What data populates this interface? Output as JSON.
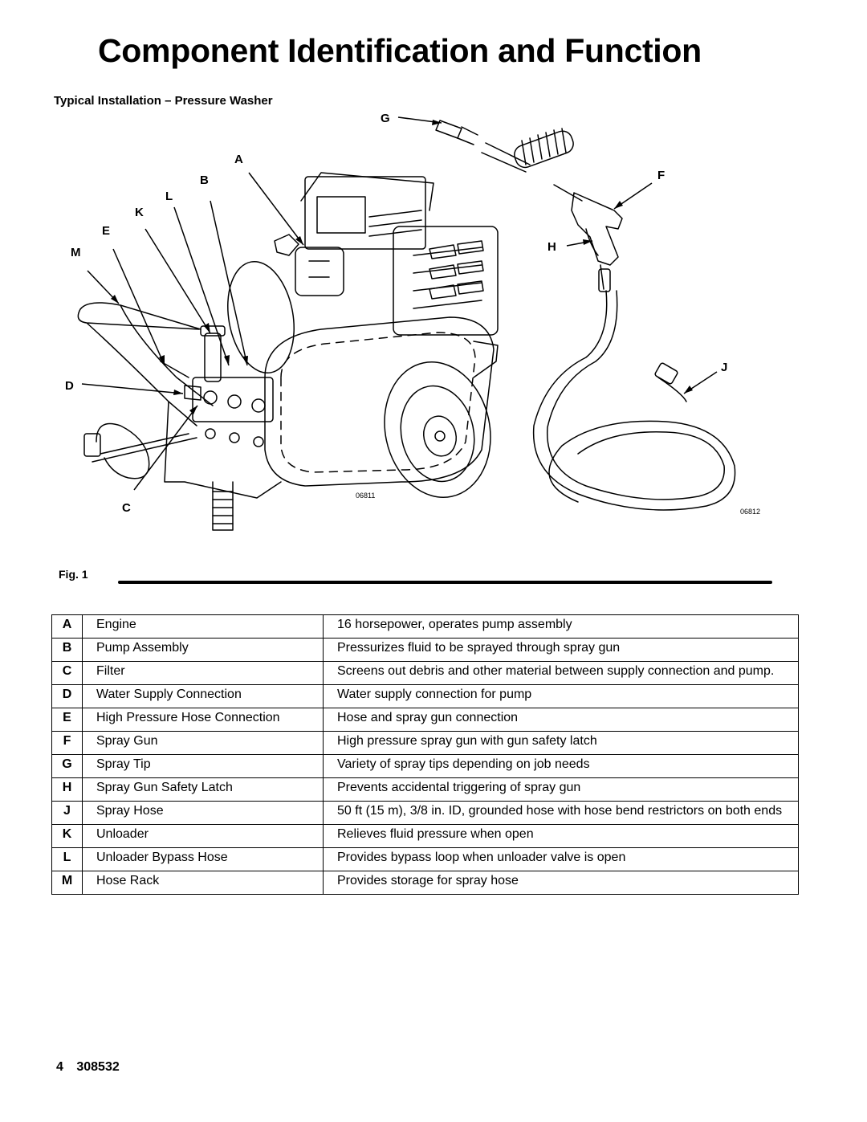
{
  "page": {
    "title": "Component Identification and Function",
    "subtitle": "Typical Installation – Pressure Washer",
    "figure_label": "Fig. 1",
    "page_number": "4",
    "doc_number": "308532"
  },
  "figure": {
    "callouts": [
      "A",
      "B",
      "L",
      "K",
      "E",
      "M",
      "D",
      "C",
      "G",
      "F",
      "H",
      "J"
    ],
    "drawing_numbers": [
      "06811",
      "06812"
    ]
  },
  "parts": [
    {
      "key": "A",
      "name": "Engine",
      "function": "16 horsepower, operates pump assembly"
    },
    {
      "key": "B",
      "name": "Pump Assembly",
      "function": "Pressurizes fluid to be sprayed through spray gun"
    },
    {
      "key": "C",
      "name": "Filter",
      "function": "Screens out debris and other material between supply connection and pump."
    },
    {
      "key": "D",
      "name": "Water Supply Connection",
      "function": "Water supply connection for pump"
    },
    {
      "key": "E",
      "name": "High Pressure Hose Connection",
      "function": "Hose and spray gun connection"
    },
    {
      "key": "F",
      "name": "Spray Gun",
      "function": "High pressure spray gun with gun safety latch"
    },
    {
      "key": "G",
      "name": "Spray Tip",
      "function": "Variety of spray tips depending on job needs"
    },
    {
      "key": "H",
      "name": "Spray Gun Safety Latch",
      "function": "Prevents accidental triggering of spray gun"
    },
    {
      "key": "J",
      "name": "Spray Hose",
      "function": "50 ft (15 m), 3/8 in. ID, grounded hose with hose bend restrictors on both ends"
    },
    {
      "key": "K",
      "name": "Unloader",
      "function": "Relieves fluid pressure when open"
    },
    {
      "key": "L",
      "name": "Unloader Bypass Hose",
      "function": "Provides bypass loop when unloader valve is open"
    },
    {
      "key": "M",
      "name": "Hose Rack",
      "function": "Provides storage for spray hose"
    }
  ]
}
